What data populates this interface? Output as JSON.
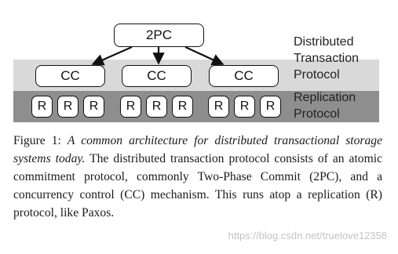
{
  "diagram": {
    "top_node": {
      "label": "2PC"
    },
    "cc_nodes": [
      {
        "label": "CC"
      },
      {
        "label": "CC"
      },
      {
        "label": "CC"
      }
    ],
    "r_groups": [
      [
        "R",
        "R",
        "R"
      ],
      [
        "R",
        "R",
        "R"
      ],
      [
        "R",
        "R",
        "R"
      ]
    ],
    "layer_labels": {
      "distributed_transaction_protocol": [
        "Distributed",
        "Transaction",
        "Protocol"
      ],
      "replication_protocol": [
        "Replication",
        "Protocol"
      ]
    },
    "colors": {
      "transaction_band": "#d9d9d9",
      "replication_band": "#8e8e8e",
      "node_fill": "#ffffff",
      "node_border": "#111111"
    }
  },
  "caption": {
    "prefix": "Figure 1: ",
    "italic": "A common architecture for distributed transactional storage systems today.",
    "body": " The distributed transaction protocol consists of an atomic commitment protocol, commonly Two-Phase Commit (2PC), and a concurrency control (CC) mechanism. This runs atop a replication (R) protocol, like Paxos."
  },
  "watermark": "https://blog.csdn.net/truelove12358"
}
